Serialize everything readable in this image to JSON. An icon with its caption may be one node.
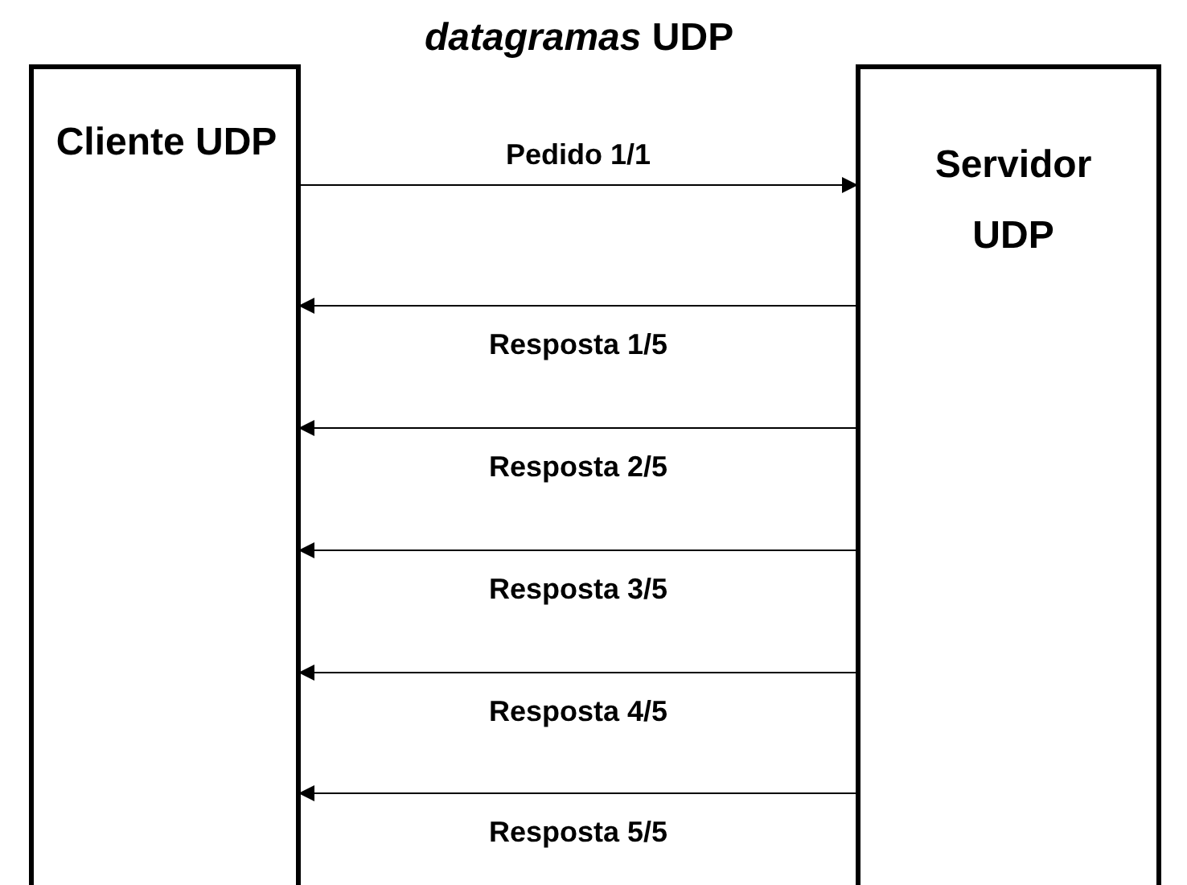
{
  "diagram": {
    "title": "*datagramas* UDP",
    "nodes": [
      {
        "text": [
          "Cliente UDP"
        ]
      },
      {
        "text": [
          "Servidor UDP"
        ]
      }
    ],
    "edges": [
      {
        "from": 0,
        "to": 1,
        "arrow": "to",
        "label": "Pedido 1/1"
      },
      {
        "from": 1,
        "to": 0,
        "arrow": "to",
        "label": "Resposta 1/5"
      },
      {
        "from": 1,
        "to": 0,
        "arrow": "to",
        "label": "Resposta 2/5"
      },
      {
        "from": 1,
        "to": 0,
        "arrow": "to",
        "label": "Resposta 3/5"
      },
      {
        "from": 1,
        "to": 0,
        "arrow": "to",
        "label": "Resposta 4/5"
      },
      {
        "from": 1,
        "to": 0,
        "arrow": "to",
        "label": "Resposta 5/5"
      }
    ]
  }
}
